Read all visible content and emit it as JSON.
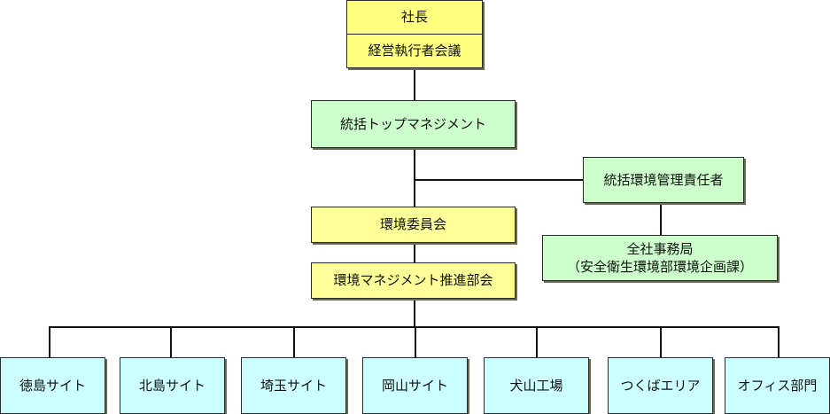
{
  "diagram": {
    "type": "org-chart",
    "top_box": {
      "title": "社長",
      "subtitle": "経営執行者会議"
    },
    "nodes": {
      "integrated_top_management": "統括トップマネジメント",
      "integrated_env_manager": "統括環境管理責任者",
      "secretariat_line1": "全社事務局",
      "secretariat_line2": "（安全衛生環境部環境企画課）",
      "environment_committee": "環境委員会",
      "env_management_promotion": "環境マネジメント推進部会"
    },
    "sites": [
      {
        "label": "徳島サイト"
      },
      {
        "label": "北島サイト"
      },
      {
        "label": "埼玉サイト"
      },
      {
        "label": "岡山サイト"
      },
      {
        "label": "犬山工場"
      },
      {
        "label": "つくばエリア"
      },
      {
        "label": "オフィス部門"
      }
    ],
    "colors": {
      "executive": "#ffff80",
      "management": "#ccffcc",
      "committee": "#ffff99",
      "site": "#ccffff"
    }
  }
}
